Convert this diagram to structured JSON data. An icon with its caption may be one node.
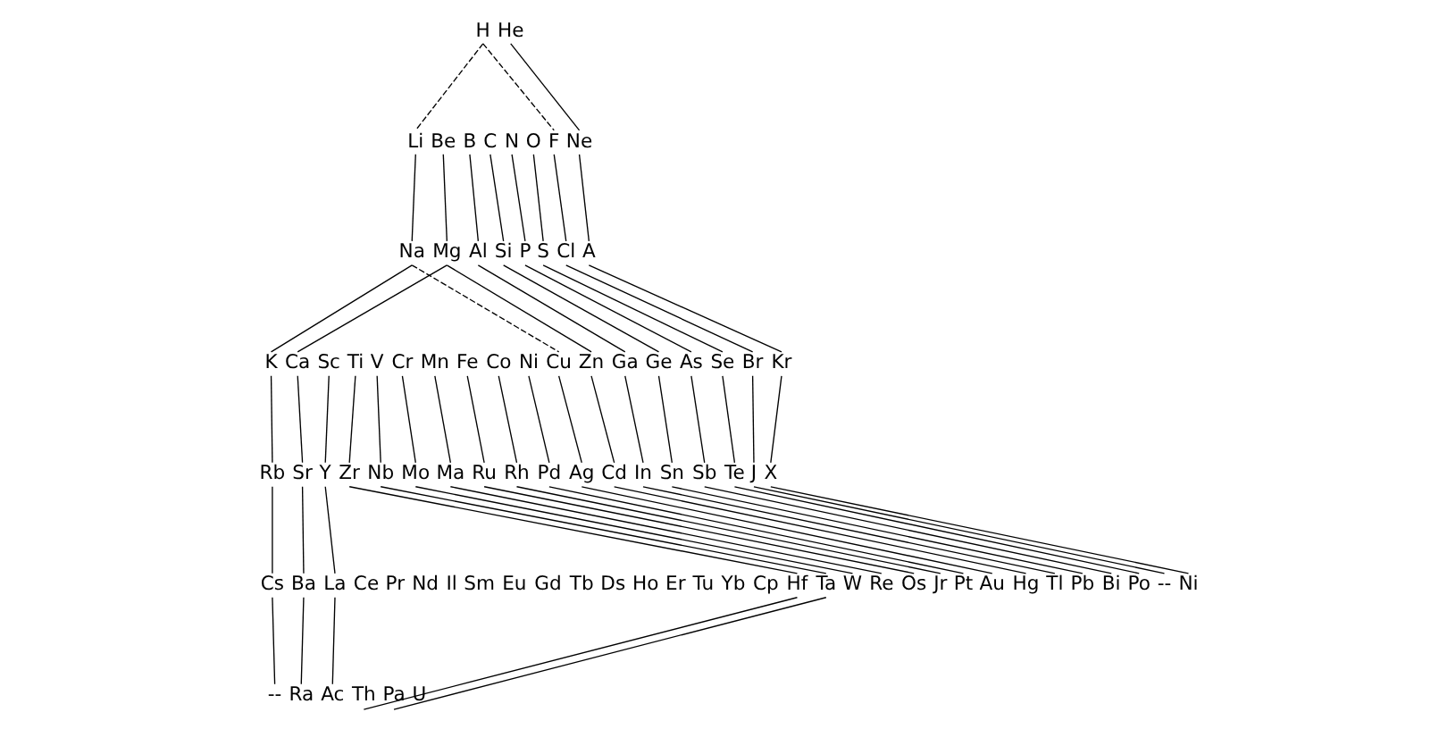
{
  "diagram": {
    "nodes": [
      {
        "text": [
          "H"
        ]
      },
      {
        "text": [
          "He"
        ]
      },
      {
        "text": [
          "Li"
        ]
      },
      {
        "text": [
          "Be"
        ]
      },
      {
        "text": [
          "B"
        ]
      },
      {
        "text": [
          "C"
        ]
      },
      {
        "text": [
          "N"
        ]
      },
      {
        "text": [
          "O"
        ]
      },
      {
        "text": [
          "F"
        ]
      },
      {
        "text": [
          "Ne"
        ]
      },
      {
        "text": [
          "Na"
        ]
      },
      {
        "text": [
          "Mg"
        ]
      },
      {
        "text": [
          "Al"
        ]
      },
      {
        "text": [
          "Si"
        ]
      },
      {
        "text": [
          "P"
        ]
      },
      {
        "text": [
          "S"
        ]
      },
      {
        "text": [
          "Cl"
        ]
      },
      {
        "text": [
          "A"
        ]
      },
      {
        "text": [
          "K"
        ]
      },
      {
        "text": [
          "Ca"
        ]
      },
      {
        "text": [
          "Sc"
        ]
      },
      {
        "text": [
          "Ti"
        ]
      },
      {
        "text": [
          "V"
        ]
      },
      {
        "text": [
          "Cr"
        ]
      },
      {
        "text": [
          "Mn"
        ]
      },
      {
        "text": [
          "Fe"
        ]
      },
      {
        "text": [
          "Co"
        ]
      },
      {
        "text": [
          "Ni"
        ]
      },
      {
        "text": [
          "Cu"
        ]
      },
      {
        "text": [
          "Zn"
        ]
      },
      {
        "text": [
          "Ga"
        ]
      },
      {
        "text": [
          "Ge"
        ]
      },
      {
        "text": [
          "As"
        ]
      },
      {
        "text": [
          "Se"
        ]
      },
      {
        "text": [
          "Br"
        ]
      },
      {
        "text": [
          "Kr"
        ]
      },
      {
        "text": [
          "Rb"
        ]
      },
      {
        "text": [
          "Sr"
        ]
      },
      {
        "text": [
          "Y"
        ]
      },
      {
        "text": [
          "Zr"
        ]
      },
      {
        "text": [
          "Nb"
        ]
      },
      {
        "text": [
          "Mo"
        ]
      },
      {
        "text": [
          "Ma"
        ]
      },
      {
        "text": [
          "Ru"
        ]
      },
      {
        "text": [
          "Rh"
        ]
      },
      {
        "text": [
          "Pd"
        ]
      },
      {
        "text": [
          "Ag"
        ]
      },
      {
        "text": [
          "Cd"
        ]
      },
      {
        "text": [
          "In"
        ]
      },
      {
        "text": [
          "Sn"
        ]
      },
      {
        "text": [
          "Sb"
        ]
      },
      {
        "text": [
          "Te"
        ]
      },
      {
        "text": [
          "J"
        ]
      },
      {
        "text": [
          "X"
        ]
      },
      {
        "text": [
          "Cs"
        ]
      },
      {
        "text": [
          "Ba"
        ]
      },
      {
        "text": [
          "La"
        ]
      },
      {
        "text": [
          "Ce"
        ]
      },
      {
        "text": [
          "Pr"
        ]
      },
      {
        "text": [
          "Nd"
        ]
      },
      {
        "text": [
          "Il"
        ]
      },
      {
        "text": [
          "Sm"
        ]
      },
      {
        "text": [
          "Eu"
        ]
      },
      {
        "text": [
          "Gd"
        ]
      },
      {
        "text": [
          "Tb"
        ]
      },
      {
        "text": [
          "Ds"
        ]
      },
      {
        "text": [
          "Ho"
        ]
      },
      {
        "text": [
          "Er"
        ]
      },
      {
        "text": [
          "Tu"
        ]
      },
      {
        "text": [
          "Yb"
        ]
      },
      {
        "text": [
          "Cp"
        ]
      },
      {
        "text": [
          "Hf"
        ]
      },
      {
        "text": [
          "Ta"
        ]
      },
      {
        "text": [
          "W"
        ]
      },
      {
        "text": [
          "Re"
        ]
      },
      {
        "text": [
          "Os"
        ]
      },
      {
        "text": [
          "Jr"
        ]
      },
      {
        "text": [
          "Pt"
        ]
      },
      {
        "text": [
          "Au"
        ]
      },
      {
        "text": [
          "Hg"
        ]
      },
      {
        "text": [
          "Tl"
        ]
      },
      {
        "text": [
          "Pb"
        ]
      },
      {
        "text": [
          "Bi"
        ]
      },
      {
        "text": [
          "Po"
        ]
      },
      {
        "text": [
          "--"
        ]
      },
      {
        "text": [
          "Ni"
        ]
      },
      {
        "text": [
          "--"
        ]
      },
      {
        "text": [
          "Ra"
        ]
      },
      {
        "text": [
          "Ac"
        ]
      },
      {
        "text": [
          "Th"
        ]
      },
      {
        "text": [
          "Pa"
        ]
      },
      {
        "text": [
          "U"
        ]
      }
    ],
    "edges": [
      {
        "from": 0,
        "to": 2,
        "arrow": "none",
        "style": "dashed"
      },
      {
        "from": 0,
        "to": 8,
        "arrow": "none",
        "style": "dashed"
      },
      {
        "from": 1,
        "to": 9,
        "arrow": "none"
      },
      {
        "from": 2,
        "to": 10,
        "arrow": "none"
      },
      {
        "from": 3,
        "to": 11,
        "arrow": "none"
      },
      {
        "from": 4,
        "to": 12,
        "arrow": "none"
      },
      {
        "from": 5,
        "to": 13,
        "arrow": "none"
      },
      {
        "from": 6,
        "to": 14,
        "arrow": "none"
      },
      {
        "from": 7,
        "to": 15,
        "arrow": "none"
      },
      {
        "from": 8,
        "to": 16,
        "arrow": "none"
      },
      {
        "from": 9,
        "to": 17,
        "arrow": "none"
      },
      {
        "from": 10,
        "to": 18,
        "arrow": "none"
      },
      {
        "from": 11,
        "to": 19,
        "arrow": "none"
      },
      {
        "from": 10,
        "to": 28,
        "arrow": "none",
        "style": "dashed"
      },
      {
        "from": 11,
        "to": 29,
        "arrow": "none"
      },
      {
        "from": 12,
        "to": 30,
        "arrow": "none"
      },
      {
        "from": 13,
        "to": 31,
        "arrow": "none"
      },
      {
        "from": 14,
        "to": 32,
        "arrow": "none"
      },
      {
        "from": 15,
        "to": 33,
        "arrow": "none"
      },
      {
        "from": 16,
        "to": 34,
        "arrow": "none"
      },
      {
        "from": 17,
        "to": 35,
        "arrow": "none"
      },
      {
        "from": 18,
        "to": 36,
        "arrow": "none"
      },
      {
        "from": 19,
        "to": 37,
        "arrow": "none"
      },
      {
        "from": 20,
        "to": 38,
        "arrow": "none"
      },
      {
        "from": 21,
        "to": 39,
        "arrow": "none"
      },
      {
        "from": 22,
        "to": 40,
        "arrow": "none"
      },
      {
        "from": 23,
        "to": 41,
        "arrow": "none"
      },
      {
        "from": 24,
        "to": 42,
        "arrow": "none"
      },
      {
        "from": 25,
        "to": 43,
        "arrow": "none"
      },
      {
        "from": 26,
        "to": 44,
        "arrow": "none"
      },
      {
        "from": 27,
        "to": 45,
        "arrow": "none"
      },
      {
        "from": 28,
        "to": 46,
        "arrow": "none"
      },
      {
        "from": 29,
        "to": 47,
        "arrow": "none"
      },
      {
        "from": 30,
        "to": 48,
        "arrow": "none"
      },
      {
        "from": 31,
        "to": 49,
        "arrow": "none"
      },
      {
        "from": 32,
        "to": 50,
        "arrow": "none"
      },
      {
        "from": 33,
        "to": 51,
        "arrow": "none"
      },
      {
        "from": 34,
        "to": 52,
        "arrow": "none"
      },
      {
        "from": 35,
        "to": 53,
        "arrow": "none"
      },
      {
        "from": 36,
        "to": 54,
        "arrow": "none"
      },
      {
        "from": 37,
        "to": 55,
        "arrow": "none"
      },
      {
        "from": 38,
        "to": 56,
        "arrow": "none"
      },
      {
        "from": 39,
        "to": 71,
        "arrow": "none"
      },
      {
        "from": 40,
        "to": 72,
        "arrow": "none"
      },
      {
        "from": 41,
        "to": 73,
        "arrow": "none"
      },
      {
        "from": 42,
        "to": 74,
        "arrow": "none"
      },
      {
        "from": 43,
        "to": 75,
        "arrow": "none"
      },
      {
        "from": 44,
        "to": 76,
        "arrow": "none"
      },
      {
        "from": 45,
        "to": 77,
        "arrow": "none"
      },
      {
        "from": 46,
        "to": 78,
        "arrow": "none"
      },
      {
        "from": 47,
        "to": 79,
        "arrow": "none"
      },
      {
        "from": 48,
        "to": 80,
        "arrow": "none"
      },
      {
        "from": 49,
        "to": 81,
        "arrow": "none"
      },
      {
        "from": 50,
        "to": 82,
        "arrow": "none"
      },
      {
        "from": 51,
        "to": 83,
        "arrow": "none"
      },
      {
        "from": 52,
        "to": 84,
        "arrow": "none"
      },
      {
        "from": 53,
        "to": 85,
        "arrow": "none"
      },
      {
        "from": 54,
        "to": 86,
        "arrow": "none"
      },
      {
        "from": 55,
        "to": 87,
        "arrow": "none"
      },
      {
        "from": 56,
        "to": 88,
        "arrow": "none"
      },
      {
        "from": 89,
        "to": 71,
        "arrow": "none"
      },
      {
        "from": 90,
        "to": 72,
        "arrow": "none"
      }
    ]
  }
}
